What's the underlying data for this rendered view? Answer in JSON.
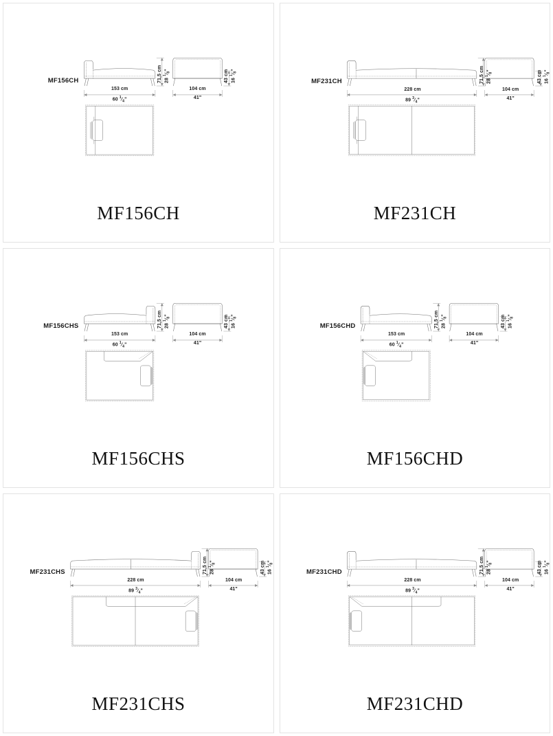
{
  "sheet": {
    "title": "Sofa module dimension sheet",
    "columns": 2,
    "rows": 3,
    "units": [
      "cm",
      "inch"
    ],
    "colors": {
      "panel_border": "#e3e3e3",
      "drawing_line": "#6f6f6f",
      "dim_line": "#8a8a8a",
      "text": "#1a1a1a",
      "background": "#ffffff"
    }
  },
  "panels": [
    {
      "id": "mf156ch",
      "code": "MF156CH",
      "caption": "MF156CH",
      "variant": "chaise-longue-open-both",
      "plan_type": "open",
      "seat_splits": 1,
      "width_cm": "153 cm",
      "width_in_whole": "60",
      "width_in_frac": "1/4",
      "width_in_unit": "\"",
      "depth_cm": "104 cm",
      "depth_in": "41\"",
      "height_cm": "71,5 cm",
      "height_in_whole": "28",
      "height_in_frac": "1/8",
      "height_in_unit": "\"",
      "seat_h_cm": "43 cm",
      "seat_h_in_whole": "16",
      "seat_h_in_frac": "1/8",
      "seat_h_in_unit": "\""
    },
    {
      "id": "mf231ch",
      "code": "MF231CH",
      "caption": "MF231CH",
      "variant": "chaise-longue-open-both",
      "plan_type": "open",
      "seat_splits": 2,
      "width_cm": "228 cm",
      "width_in_whole": "89",
      "width_in_frac": "3/4",
      "width_in_unit": "\"",
      "depth_cm": "104 cm",
      "depth_in": "41\"",
      "height_cm": "71,5 cm",
      "height_in_whole": "28",
      "height_in_frac": "1/8",
      "height_in_unit": "\"",
      "seat_h_cm": "43 cm",
      "seat_h_in_whole": "16",
      "seat_h_in_frac": "1/8",
      "seat_h_in_unit": "\""
    },
    {
      "id": "mf156chs",
      "code": "MF156CHS",
      "caption": "MF156CHS",
      "variant": "chaise-longue-left-arm",
      "plan_type": "arm-right",
      "seat_splits": 1,
      "width_cm": "153 cm",
      "width_in_whole": "60",
      "width_in_frac": "1/4",
      "width_in_unit": "\"",
      "depth_cm": "104 cm",
      "depth_in": "41\"",
      "height_cm": "71,5 cm",
      "height_in_whole": "28",
      "height_in_frac": "1/8",
      "height_in_unit": "\"",
      "seat_h_cm": "43 cm",
      "seat_h_in_whole": "16",
      "seat_h_in_frac": "1/8",
      "seat_h_in_unit": "\""
    },
    {
      "id": "mf156chd",
      "code": "MF156CHD",
      "caption": "MF156CHD",
      "variant": "chaise-longue-right-arm",
      "plan_type": "arm-left",
      "seat_splits": 1,
      "width_cm": "153 cm",
      "width_in_whole": "60",
      "width_in_frac": "1/4",
      "width_in_unit": "\"",
      "depth_cm": "104 cm",
      "depth_in": "41\"",
      "height_cm": "71,5 cm",
      "height_in_whole": "28",
      "height_in_frac": "1/8",
      "height_in_unit": "\"",
      "seat_h_cm": "43 cm",
      "seat_h_in_whole": "16",
      "seat_h_in_frac": "1/8",
      "seat_h_in_unit": "\""
    },
    {
      "id": "mf231chs",
      "code": "MF231CHS",
      "caption": "MF231CHS",
      "variant": "chaise-longue-left-arm",
      "plan_type": "arm-right",
      "seat_splits": 2,
      "width_cm": "228 cm",
      "width_in_whole": "89",
      "width_in_frac": "3/4",
      "width_in_unit": "\"",
      "depth_cm": "104 cm",
      "depth_in": "41\"",
      "height_cm": "71,5 cm",
      "height_in_whole": "28",
      "height_in_frac": "1/8",
      "height_in_unit": "\"",
      "seat_h_cm": "43 cm",
      "seat_h_in_whole": "16",
      "seat_h_in_frac": "1/8",
      "seat_h_in_unit": "\""
    },
    {
      "id": "mf231chd",
      "code": "MF231CHD",
      "caption": "MF231CHD",
      "variant": "chaise-longue-right-arm",
      "plan_type": "arm-left",
      "seat_splits": 2,
      "width_cm": "228 cm",
      "width_in_whole": "89",
      "width_in_frac": "3/4",
      "width_in_unit": "\"",
      "depth_cm": "104 cm",
      "depth_in": "41\"",
      "height_cm": "71,5 cm",
      "height_in_whole": "28",
      "height_in_frac": "1/8",
      "height_in_unit": "\"",
      "seat_h_cm": "43 cm",
      "seat_h_in_whole": "16",
      "seat_h_in_frac": "1/8",
      "seat_h_in_unit": "\""
    }
  ]
}
